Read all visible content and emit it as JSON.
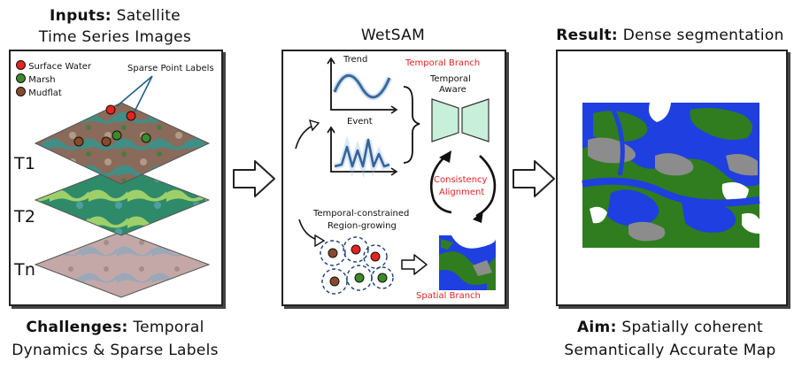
{
  "inputs": {
    "title_bold": "Inputs:",
    "title_rest": "Satellite",
    "title_line2": "Time Series Images",
    "legend": [
      {
        "label": "Surface Water",
        "color": "#e8221c"
      },
      {
        "label": "Marsh",
        "color": "#3d8a2a"
      },
      {
        "label": "Mudflat",
        "color": "#8a4a2a"
      }
    ],
    "sparse_label": "Sparse Point Labels",
    "time_labels": [
      "T1",
      "T2",
      "Tn"
    ]
  },
  "challenges": {
    "bold": "Challenges:",
    "rest": "Temporal",
    "line2": "Dynamics & Sparse Labels"
  },
  "wetsam": {
    "title": "WetSAM",
    "trend": "Trend",
    "event": "Event",
    "temporal_branch": "Temporal Branch",
    "temporal_aware_1": "Temporal",
    "temporal_aware_2": "Aware",
    "consistency_1": "Consistency",
    "consistency_2": "Alignment",
    "region_1": "Temporal-constrained",
    "region_2": "Region-growing",
    "spatial_branch": "Spatial Branch"
  },
  "result": {
    "bold": "Result:",
    "rest": "Dense segmentation"
  },
  "aim": {
    "bold": "Aim:",
    "rest": "Spatially coherent",
    "line2": "Semantically Accurate Map"
  },
  "colors": {
    "water": "#1f3fe0",
    "marsh": "#2f7d1e",
    "mudflat": "#8c8c8c",
    "accent_red": "#e52222",
    "aware_fill": "#c8efd9"
  }
}
